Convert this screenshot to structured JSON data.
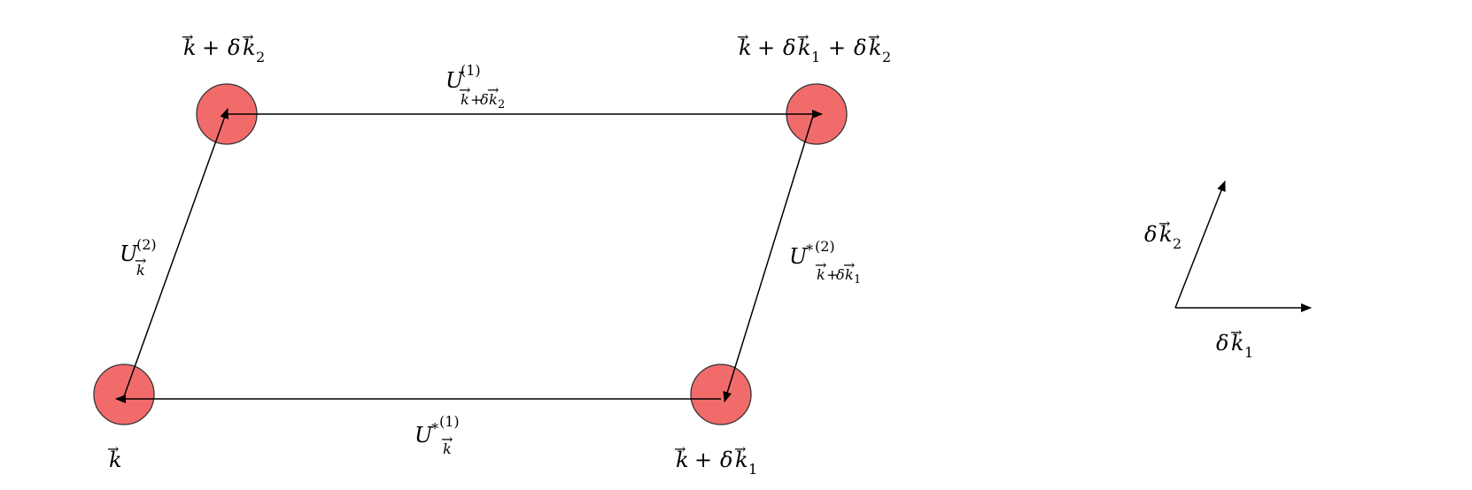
{
  "colors": {
    "node_fill": "#f26b6b",
    "edge": "#000000"
  },
  "nodes": {
    "k": {
      "base": "k"
    },
    "k_dk1": {
      "base": "k",
      "plus": "+",
      "delta": "δ",
      "vec": "k",
      "sub1": "1"
    },
    "k_dk2": {
      "base": "k",
      "plus": "+",
      "delta": "δ",
      "vec": "k",
      "sub2": "2"
    },
    "k_dk1_dk2": {
      "base": "k",
      "plus": "+",
      "delta": "δ",
      "vec": "k",
      "sub1": "1",
      "sub2": "2"
    }
  },
  "links": {
    "top": {
      "U": "U",
      "sup": "(1)",
      "sub_k": "k",
      "plus": "+",
      "delta": "δ",
      "sub_vec": "k",
      "sub_idx": "2"
    },
    "bottom": {
      "U": "U",
      "star": "*",
      "sup": "(1)",
      "sub_k": "k"
    },
    "left": {
      "U": "U",
      "sup": "(2)",
      "sub_k": "k"
    },
    "right": {
      "U": "U",
      "star": "*",
      "sup": "(2)",
      "sub_k": "k",
      "plus": "+",
      "delta": "δ",
      "sub_vec": "k",
      "sub_idx": "1"
    }
  },
  "axes": {
    "dk1": {
      "delta": "δ",
      "vec": "k",
      "sub": "1"
    },
    "dk2": {
      "delta": "δ",
      "vec": "k",
      "sub": "2"
    }
  },
  "vector_arrow": "→"
}
